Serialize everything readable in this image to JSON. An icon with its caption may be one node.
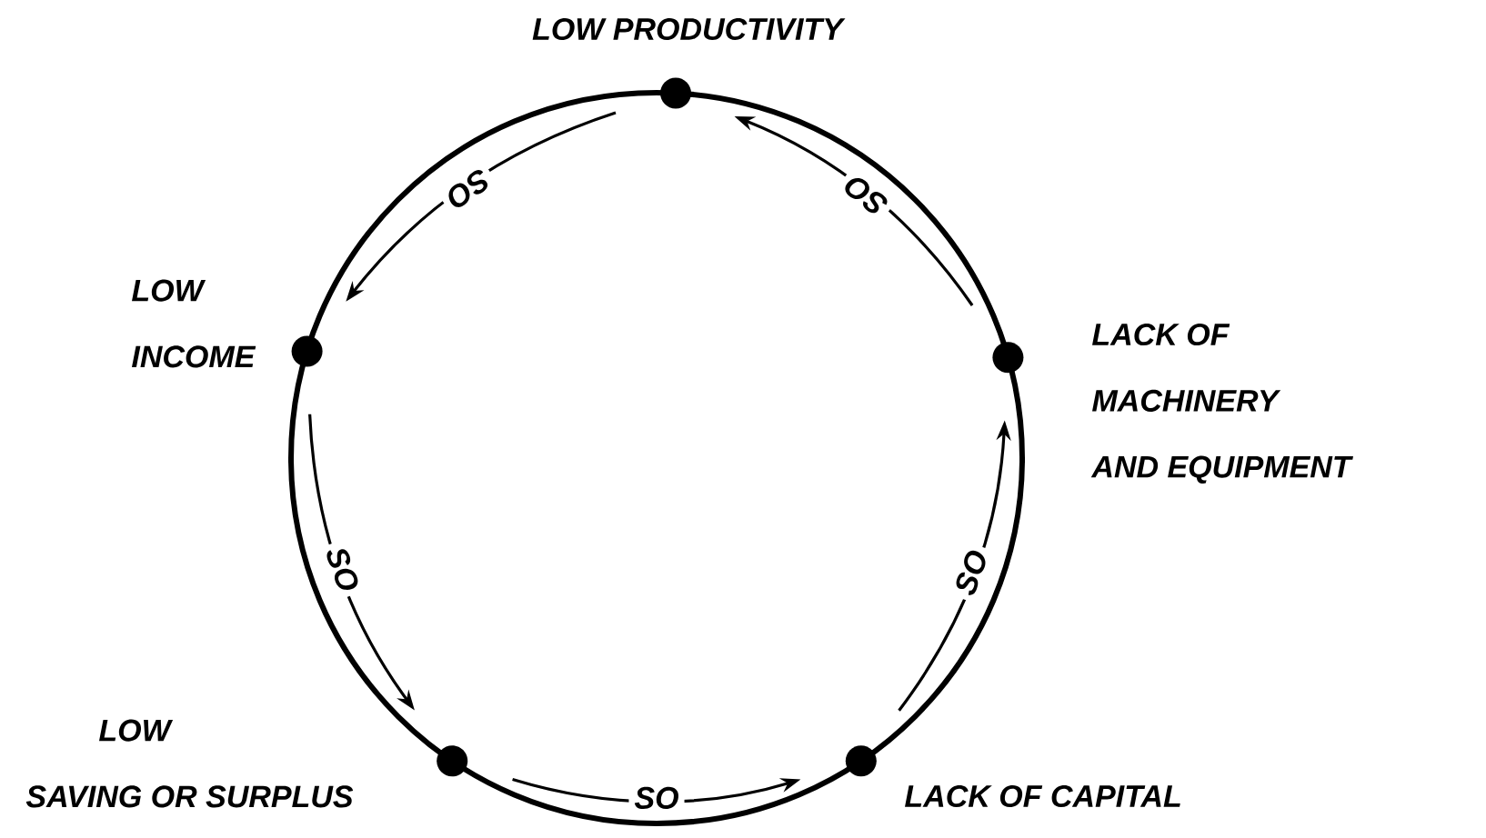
{
  "diagram": {
    "nodes": [
      {
        "text": [],
        "shape": "circle",
        "beside": [
          "LOW PRODUCTIVITY"
        ]
      },
      {
        "text": [],
        "shape": "circle",
        "beside": [
          "LOW INCOME"
        ]
      },
      {
        "text": [],
        "shape": "circle",
        "beside": [
          "LOW SAVING OR SURPLUS"
        ]
      },
      {
        "text": [],
        "shape": "circle",
        "beside": [
          "LACK OF CAPITAL"
        ]
      },
      {
        "text": [],
        "shape": "circle",
        "beside": [
          "LACK OF MACHINERY AND EQUIPMENT"
        ]
      }
    ],
    "edges": [
      {
        "from": 0,
        "to": 1,
        "arrow": "to",
        "label": "SO"
      },
      {
        "from": 1,
        "to": 2,
        "arrow": "to",
        "label": "SO"
      },
      {
        "from": 2,
        "to": 3,
        "arrow": "to",
        "label": "SO"
      },
      {
        "from": 3,
        "to": 4,
        "arrow": "to",
        "label": "SO"
      },
      {
        "from": 4,
        "to": 0,
        "arrow": "to",
        "label": "SO"
      }
    ]
  }
}
